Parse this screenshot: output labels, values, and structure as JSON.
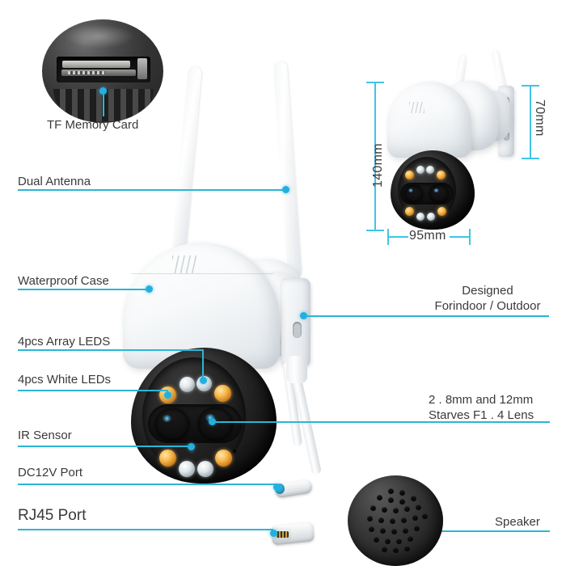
{
  "page": {
    "accent_color": "#2bb6d6",
    "dot_color": "#23b0e0",
    "text_color": "#3a3a3a",
    "background": "#ffffff",
    "title": "WiFi PTZ Security Camera Feature Infographic"
  },
  "callouts": {
    "tf_memory_card": "TF Memory Card",
    "dual_antenna": "Dual Antenna",
    "waterproof_case": "Waterproof Case",
    "array_leds": "4pcs Array LEDS",
    "white_leds": "4pcs White LEDs",
    "ir_sensor": "IR Sensor",
    "dc12v_port": "DC12V Port",
    "rj45_port": "RJ45 Port",
    "designed_line1": "Designed",
    "designed_line2": "Forindoor / Outdoor",
    "lens_line1": "2 . 8mm and 12mm",
    "lens_line2": "Starves F1 . 4 Lens",
    "speaker": "Speaker"
  },
  "dimensions": {
    "height": "140mm",
    "depth": "70mm",
    "width": "95mm"
  },
  "icons": {
    "tf_card": "sd-card-slot-icon",
    "speaker": "speaker-grille-icon",
    "antenna": "antenna-icon",
    "lens": "camera-lens-icon",
    "led_warm": "warm-led-icon",
    "led_white": "white-led-icon",
    "dc_plug": "dc-barrel-plug-icon",
    "rj45_plug": "rj45-connector-icon"
  }
}
